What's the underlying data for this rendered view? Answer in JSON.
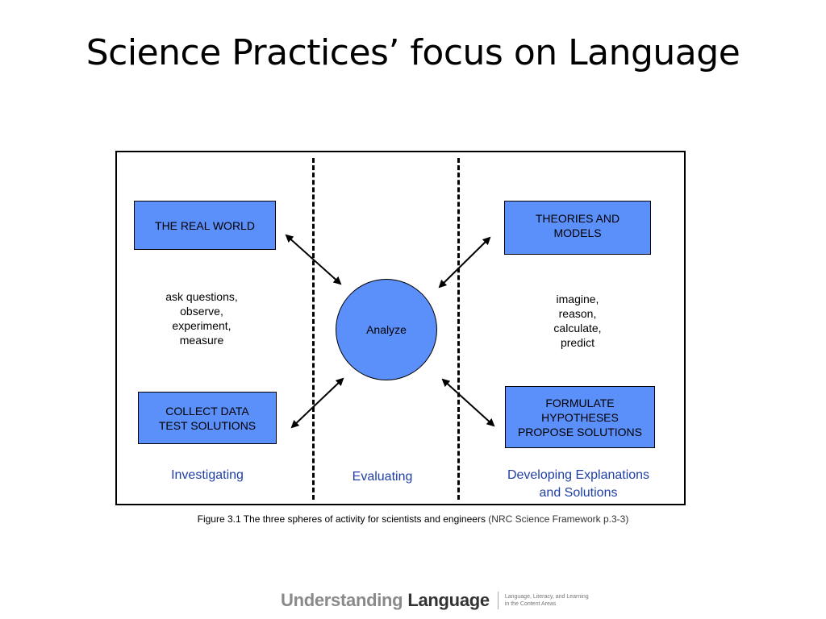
{
  "slide": {
    "title": "Science Practices’ focus on Language"
  },
  "diagram": {
    "boxes": {
      "real_world": "THE REAL WORLD",
      "theories_models": "THEORIES AND\nMODELS",
      "collect_data": "COLLECT DATA\nTEST SOLUTIONS",
      "formulate": "FORMULATE\nHYPOTHESES\nPROPOSE SOLUTIONS"
    },
    "center": "Analyze",
    "activities": {
      "left": "ask questions,\nobserve,\nexperiment,\nmeasure",
      "right": "imagine,\nreason,\ncalculate,\npredict"
    },
    "spheres": {
      "investigating": "Investigating",
      "evaluating": "Evaluating",
      "developing": "Developing Explanations\nand Solutions"
    },
    "colors": {
      "box_fill": "#5b8ff9",
      "sphere_label": "#1f3fa6"
    }
  },
  "caption": {
    "text": "Figure 3.1 The three spheres of activity for scientists and engineers",
    "reference": "(NRC Science Framework p.3-3)"
  },
  "footer": {
    "brand_part1": "Understanding",
    "brand_part2": "Language",
    "tagline": "Language, Literacy, and Learning\nin the Content Areas"
  }
}
